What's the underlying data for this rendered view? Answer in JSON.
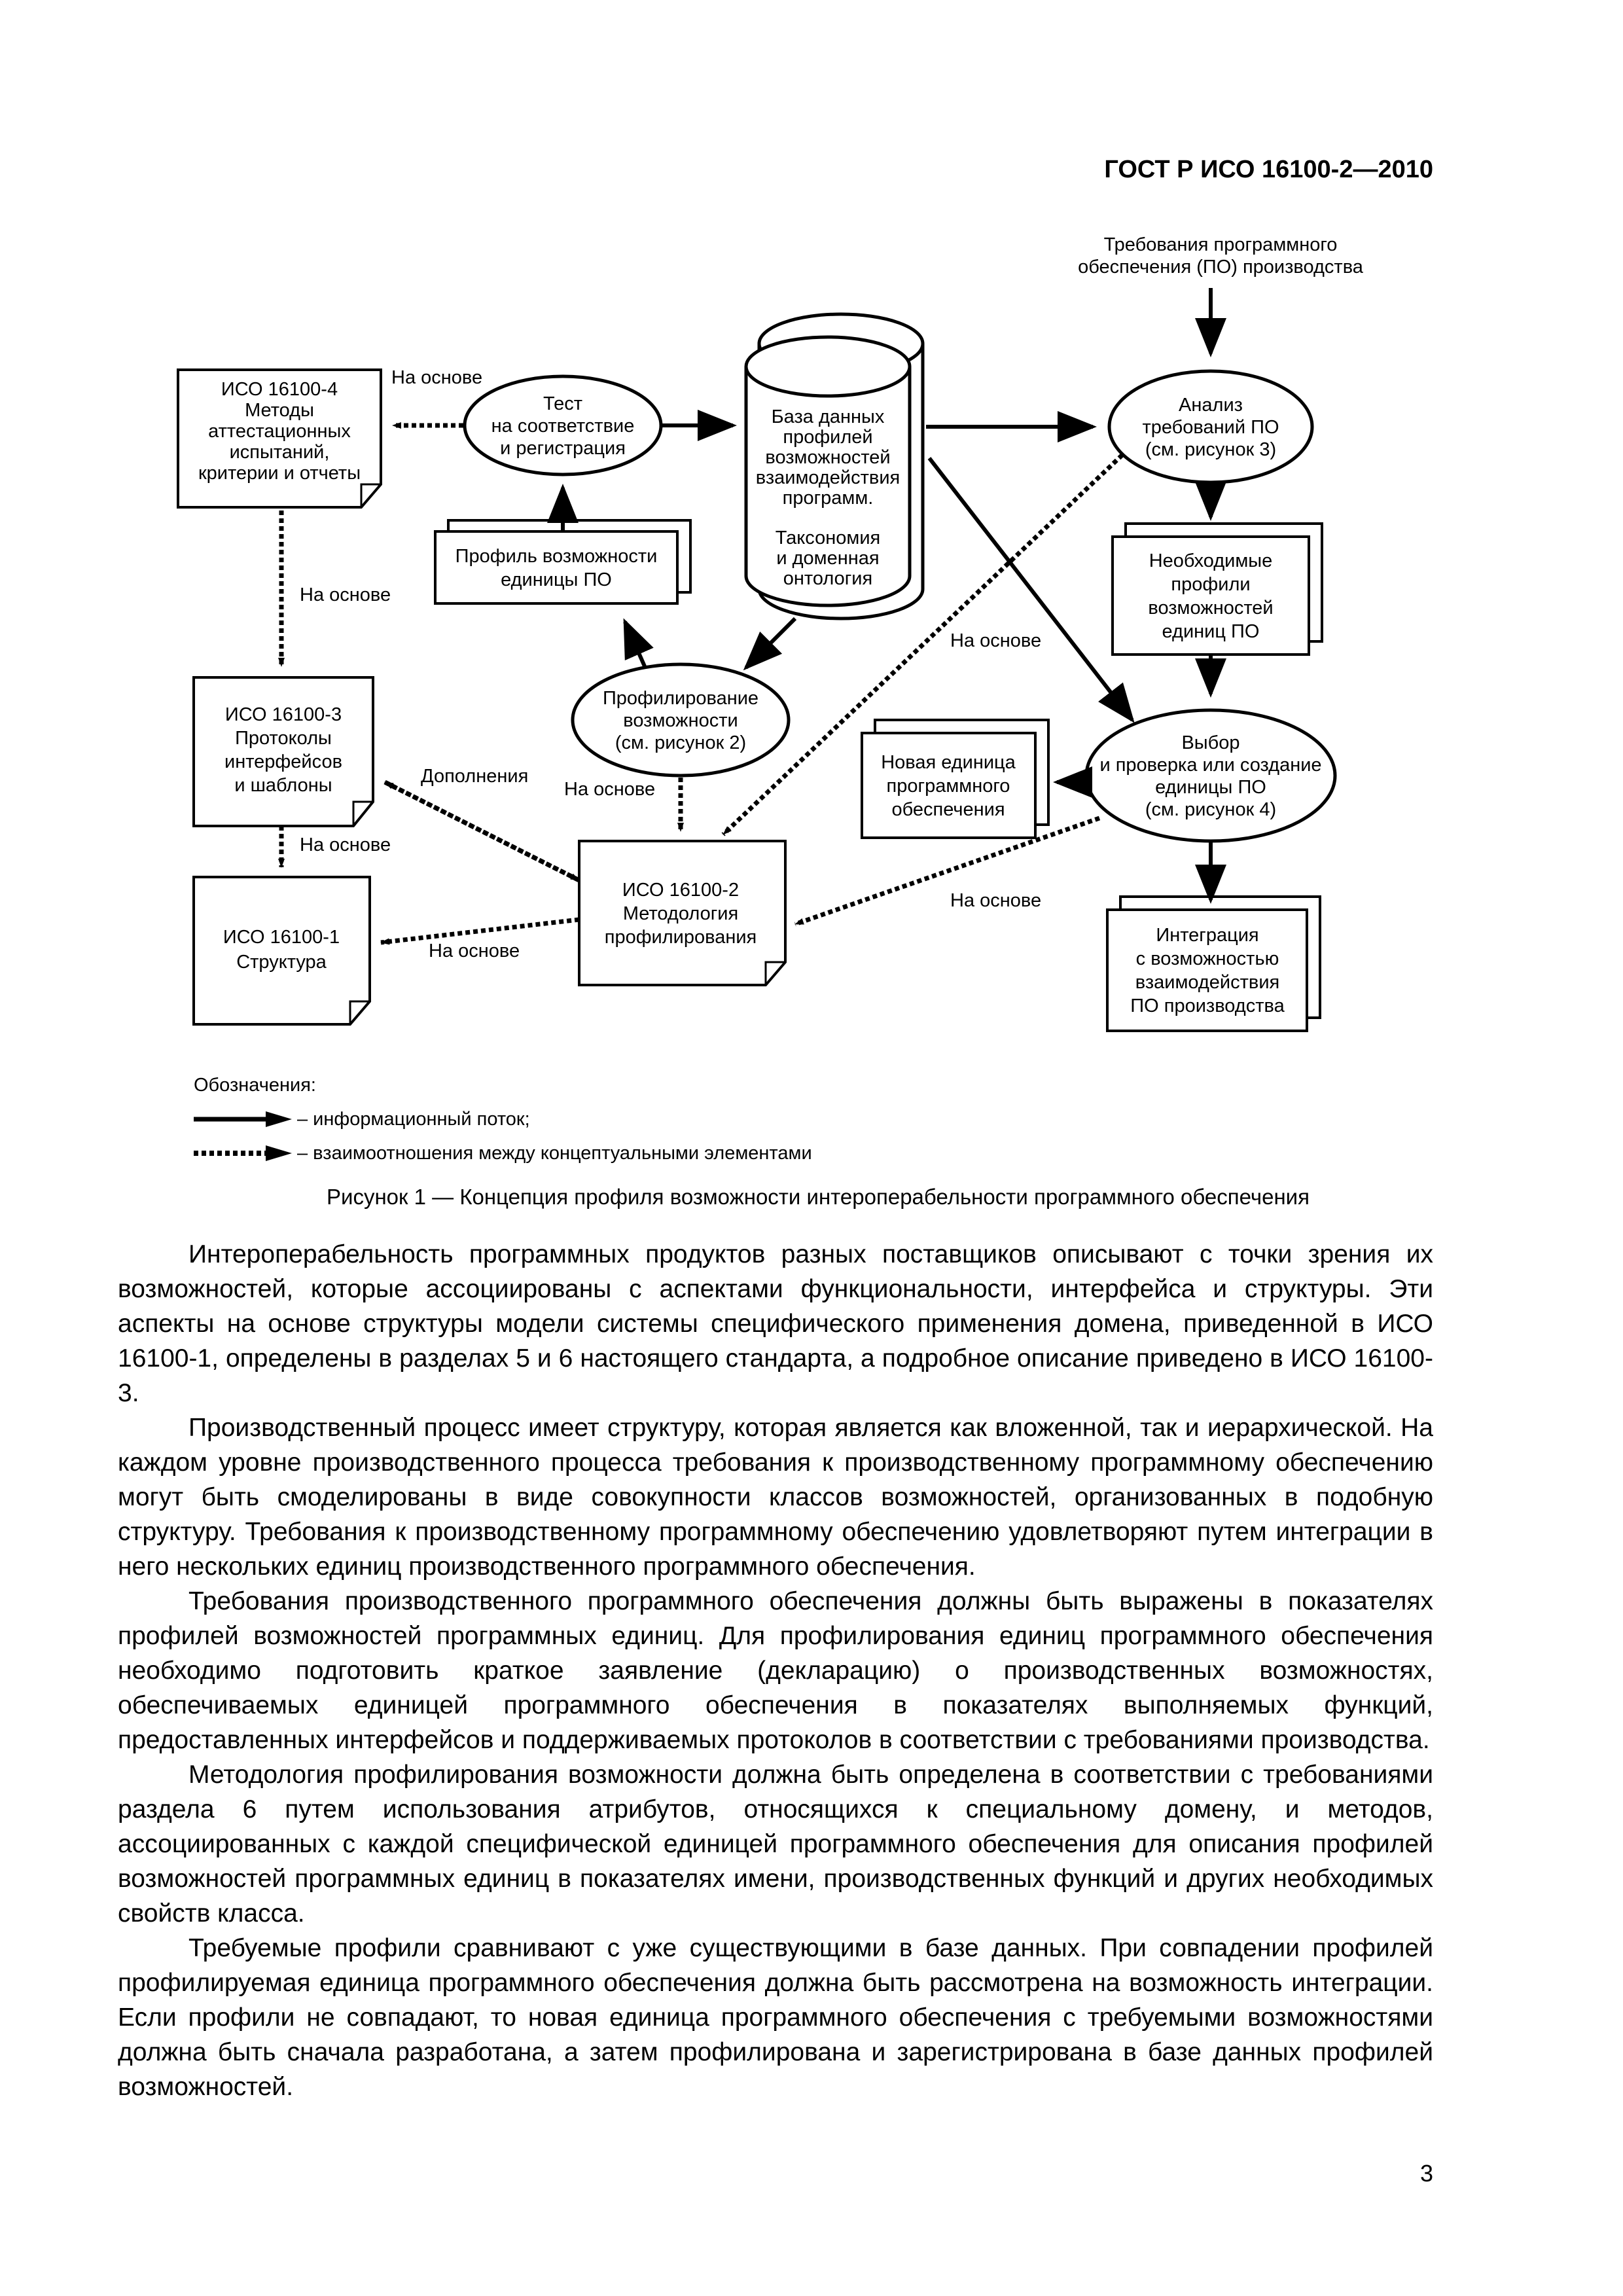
{
  "header": {
    "title": "ГОСТ Р ИСО 16100-2—2010"
  },
  "diagram": {
    "requirements": [
      "Требования программного",
      "обеспечения (ПО) производства"
    ],
    "iso4": [
      "ИСО 16100-4",
      "Методы",
      "аттестационных",
      "испытаний,",
      "критерии и отчеты"
    ],
    "test": [
      "Тест",
      "на соответствие",
      "и регистрация"
    ],
    "database": [
      "База данных",
      "профилей",
      "возможностей",
      "взаимодействия",
      "программ."
    ],
    "taxonomy": [
      "Таксономия",
      "и доменная",
      "онтология"
    ],
    "analysis": [
      "Анализ",
      "требований ПО",
      "(см. рисунок 3)"
    ],
    "unit_profile": [
      "Профиль возможности",
      "единицы ПО"
    ],
    "required_profiles": [
      "Необходимые",
      "профили",
      "возможностей",
      "единиц ПО"
    ],
    "profiling": [
      "Профилирование",
      "возможности",
      "(см. рисунок 2)"
    ],
    "iso3": [
      "ИСО 16100-3",
      "Протоколы",
      "интерфейсов",
      "и шаблоны"
    ],
    "new_unit": [
      "Новая единица",
      "программного",
      "обеспечения"
    ],
    "selection": [
      "Выбор",
      "и проверка или создание",
      "единицы ПО",
      "(см. рисунок 4)"
    ],
    "iso2": [
      "ИСО 16100-2",
      "Методология",
      "профилирования"
    ],
    "iso1": [
      "ИСО 16100-1",
      "Структура"
    ],
    "integration": [
      "Интеграция",
      "с возможностью",
      "взаимодействия",
      "ПО производства"
    ],
    "labels": {
      "based_on": "На основе",
      "additions": "Дополнения"
    }
  },
  "legend": {
    "title": "Обозначения:",
    "info_flow": "– информационный поток;",
    "relations": "– взаимоотношения между концептуальными элементами"
  },
  "caption": "Рисунок  1 — Концепция профиля возможности интероперабельности программного обеспечения",
  "paragraphs": [
    "Интероперабельность программных продуктов разных поставщиков описывают с точки зрения их возможностей, которые ассоциированы с аспектами функциональности, интерфейса и структуры. Эти аспекты на основе структуры модели системы специфического применения домена, приведенной в ИСО 16100-1, определены в разделах 5 и 6 настоящего стандарта, а подробное описание приведено в ИСО 16100-3.",
    "Производственный процесс имеет структуру, которая является как вложенной, так и иерархической. На каждом уровне производственного процесса требования к производственному программному обеспечению могут быть смоделированы в виде совокупности классов возможностей, организованных в подобную структуру. Требования к производственному программному обеспечению удовлетворяют путем интеграции в него нескольких единиц производственного программного обеспечения.",
    "Требования производственного программного обеспечения должны быть выражены в показателях профилей возможностей программных единиц. Для профилирования единиц программного обеспечения необходимо подготовить краткое заявление (декларацию) о производственных возможностях, обеспечиваемых единицей программного обеспечения в показателях выполняемых функций, предоставленных интерфейсов и поддерживаемых протоколов в соответствии с требованиями производства.",
    "Методология профилирования возможности должна быть определена в соответствии с требованиями раздела 6 путем использования атрибутов, относящихся к специальному домену, и методов, ассоциированных с каждой специфической единицей программного обеспечения для описания профилей возможностей программных единиц в показателях имени, производственных функций и других необходимых свойств класса.",
    "Требуемые профили сравнивают с уже существующими в базе данных. При совпадении профилей профилируемая единица программного обеспечения должна быть рассмотрена на возможность интеграции. Если профили не совпадают, то новая единица программного обеспечения с требуемыми возможностями должна быть сначала разработана, а затем профилирована и зарегистрирована в базе данных профилей возможностей."
  ],
  "page_number": "3"
}
